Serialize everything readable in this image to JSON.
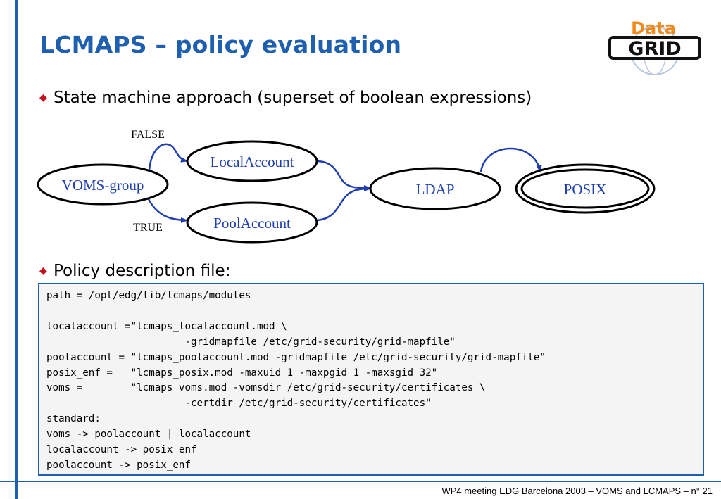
{
  "slide": {
    "title": "LCMAPS – policy evaluation",
    "bullets": [
      "State machine approach (superset of boolean expressions)",
      "Policy description file:"
    ],
    "logo": {
      "top": "Data",
      "bottom": "GRID",
      "top_color": "#f08a1c",
      "bottom_color": "#111111"
    },
    "accent_color": "#1f5fb0",
    "bullet_color": "#c8101c"
  },
  "diagram": {
    "nodes": {
      "voms": "VOMS-group",
      "localaccount": "LocalAccount",
      "poolaccount": "PoolAccount",
      "ldap": "LDAP",
      "posix": "POSIX"
    },
    "edge_labels": {
      "false": "FALSE",
      "true": "TRUE"
    }
  },
  "code": {
    "lines": [
      "path = /opt/edg/lib/lcmaps/modules",
      "",
      "localaccount =\"lcmaps_localaccount.mod \\",
      "                       -gridmapfile /etc/grid-security/grid-mapfile\"",
      "poolaccount = \"lcmaps_poolaccount.mod -gridmapfile /etc/grid-security/grid-mapfile\"",
      "posix_enf =   \"lcmaps_posix.mod -maxuid 1 -maxpgid 1 -maxsgid 32\"",
      "voms =        \"lcmaps_voms.mod -vomsdir /etc/grid-security/certificates \\",
      "                       -certdir /etc/grid-security/certificates\"",
      "standard:",
      "voms -> poolaccount | localaccount",
      "localaccount -> posix_enf",
      "poolaccount -> posix_enf"
    ]
  },
  "footer": "WP4 meeting EDG Barcelona 2003 – VOMS and LCMAPS –  n° 21"
}
